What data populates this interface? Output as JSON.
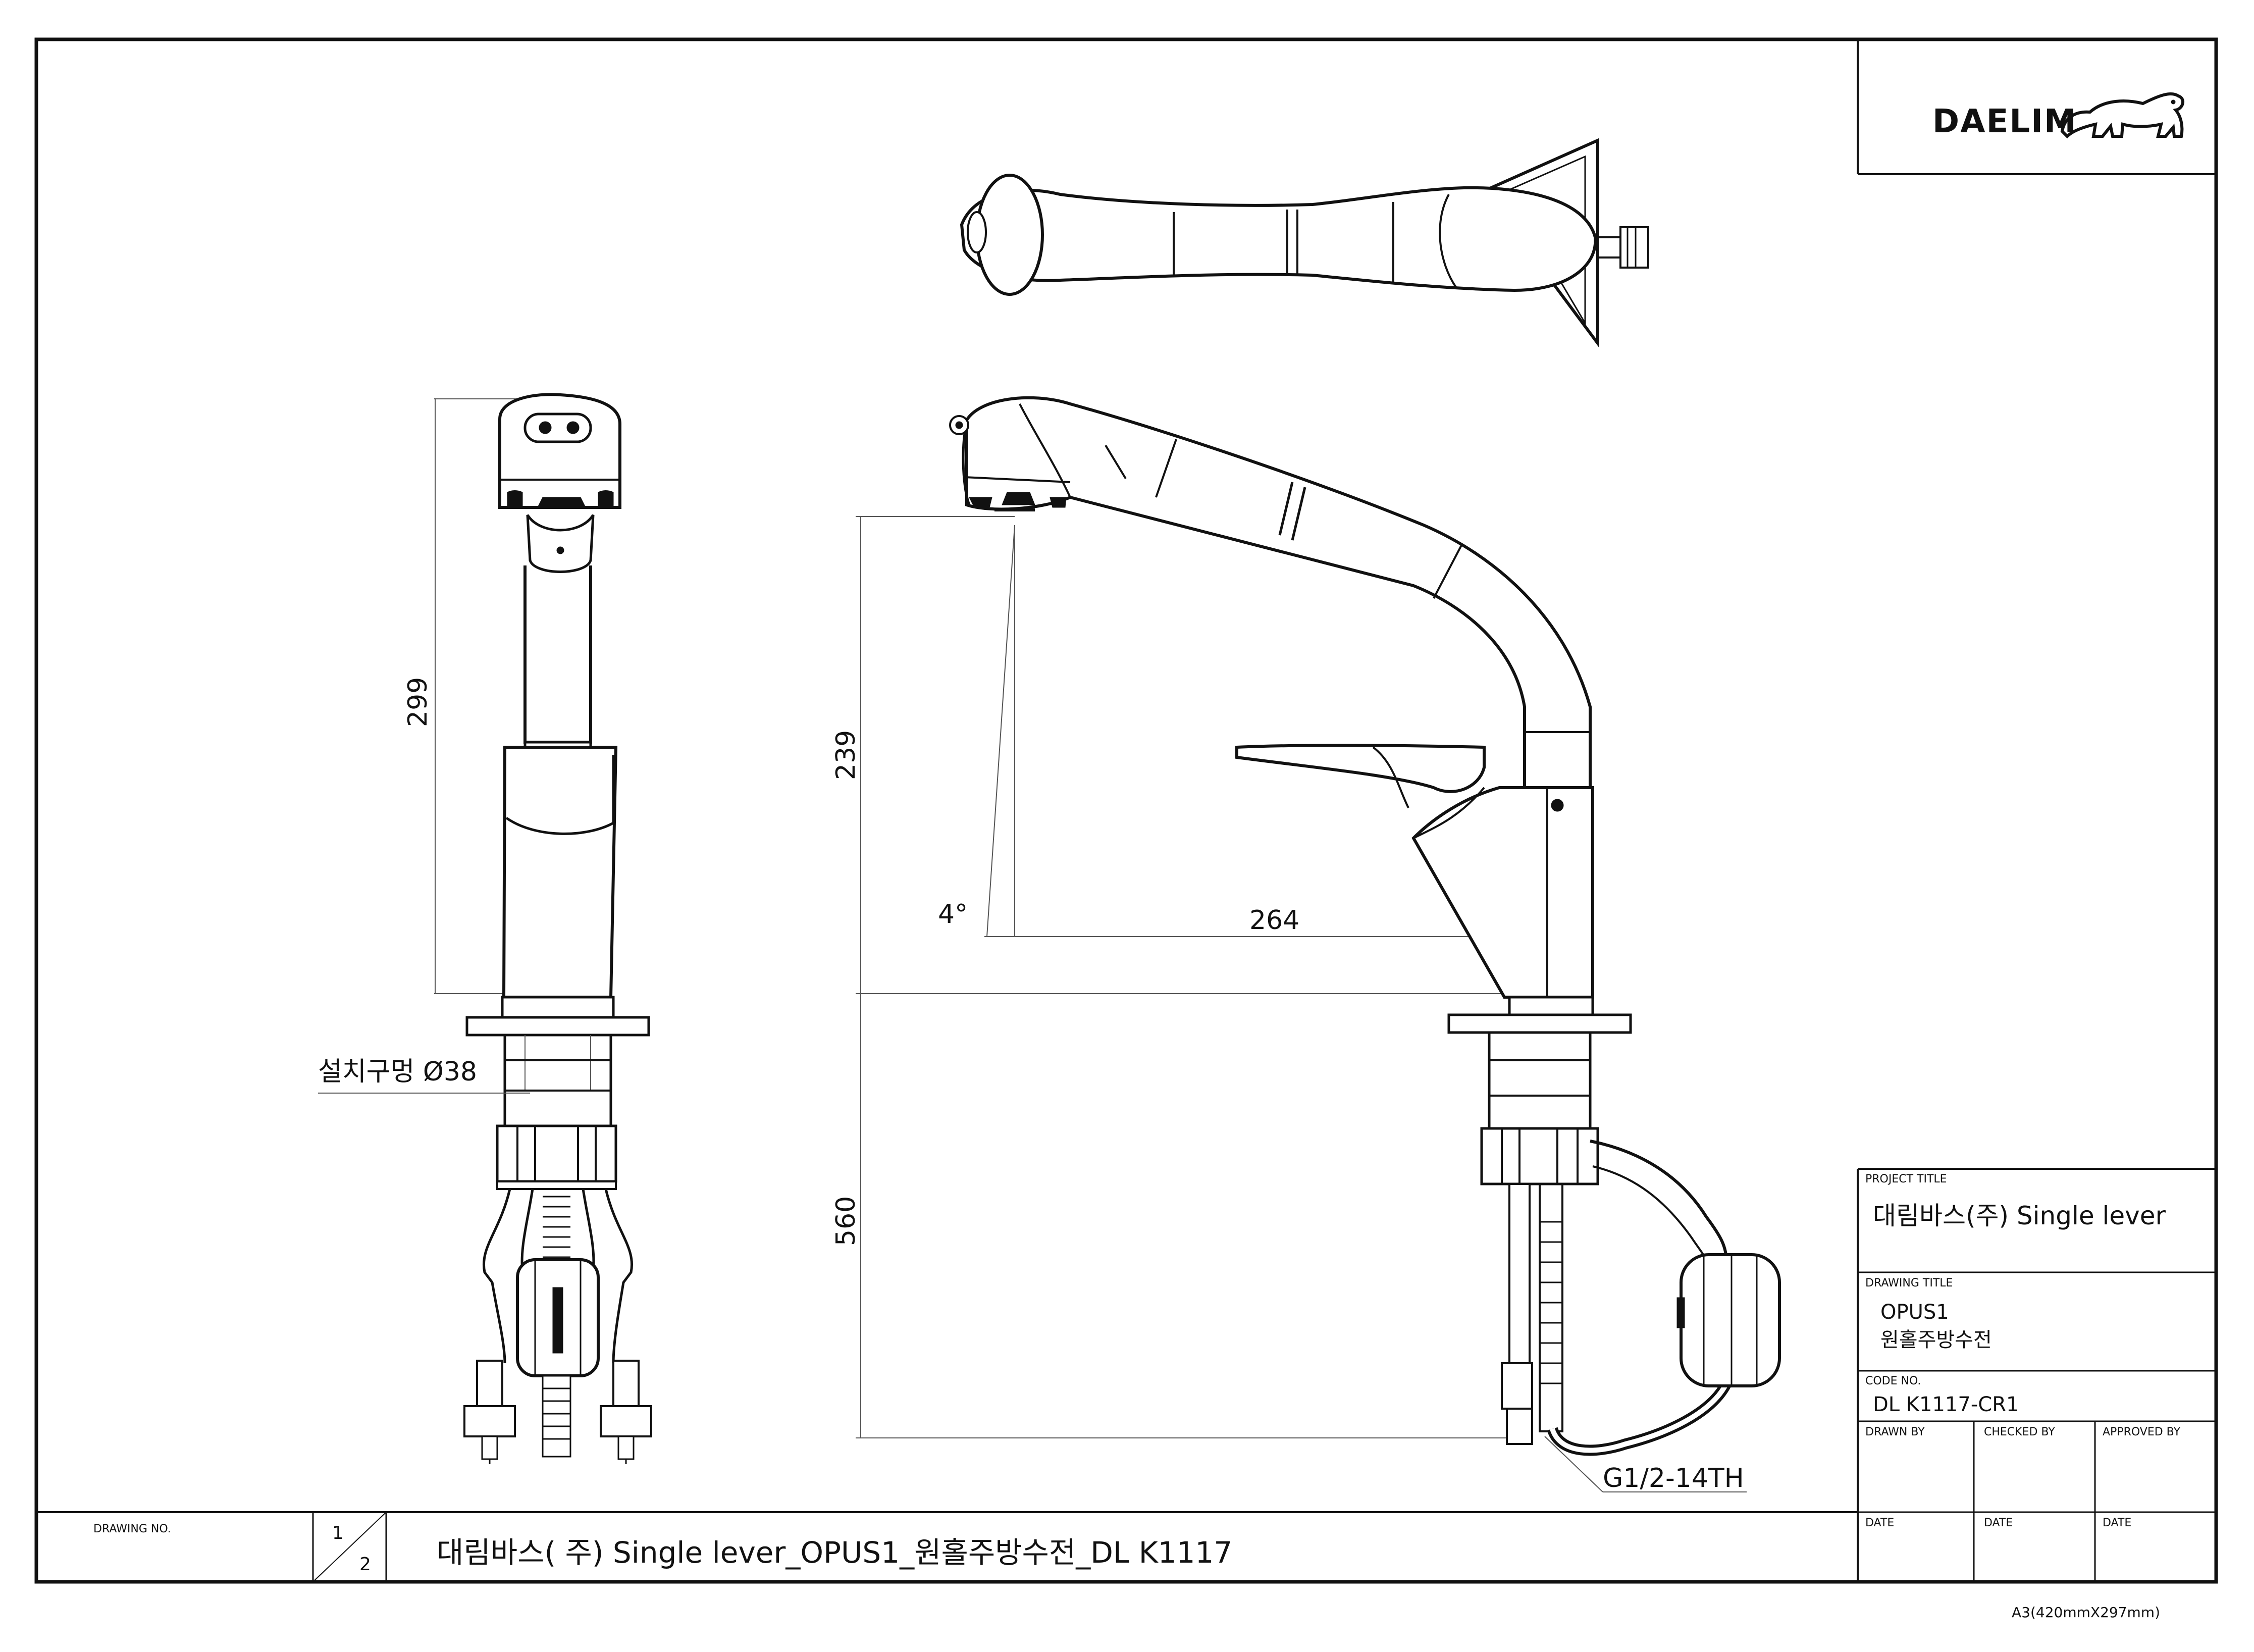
{
  "brand": {
    "name": "DAELIM",
    "logo_icon": "polar-bear-logo"
  },
  "dimensions": {
    "side_height": "299",
    "spout_height": "239",
    "spout_angle": "4°",
    "spout_reach": "264",
    "hose_length": "560",
    "mount_hole": "설치구멍 Ø38",
    "thread": "G1/2-14TH"
  },
  "title_block": {
    "project_title_label": "PROJECT TITLE",
    "project_title": "대림바스(주) Single lever",
    "drawing_title_label": "DRAWING TITLE",
    "drawing_title_line1": "OPUS1",
    "drawing_title_line2": "원홀주방수전",
    "code_no_label": "CODE NO.",
    "code_no": "DL K1117-CR1",
    "drawn_by_label": "DRAWN BY",
    "checked_by_label": "CHECKED BY",
    "approved_by_label": "APPROVED BY",
    "date_label": "DATE"
  },
  "footer": {
    "drawing_no_label": "DRAWING NO.",
    "sheet_current": "1",
    "sheet_total": "2",
    "drawing_name": "대림바스( 주) Single lever_OPUS1_원홀주방수전_DL K1117",
    "paper_size": "A3(420mmX297mm)"
  }
}
